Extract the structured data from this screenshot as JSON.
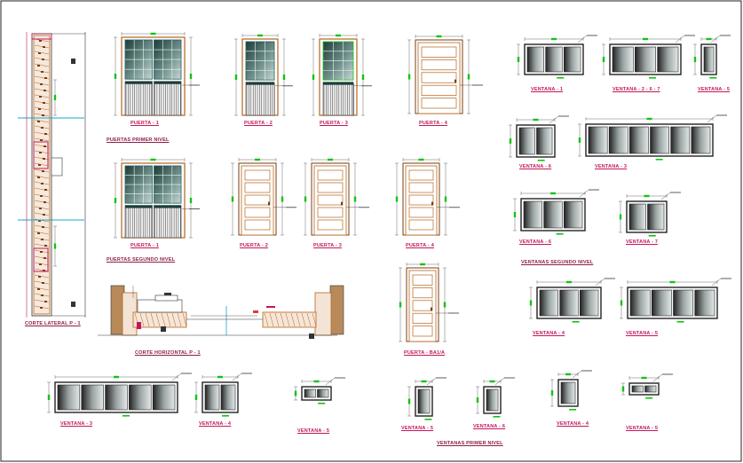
{
  "colors": {
    "border": "#222222",
    "label": "#c2185b",
    "wood": "#b5651d",
    "wood_dark": "#7a3e10",
    "glass_dark": "#1f3b38",
    "glass_light": "#c8d8d6",
    "dimension": "#444444",
    "marker_green": "#12c412",
    "section_cyan": "#19a7c9",
    "section_magenta": "#c2185b"
  },
  "sheet": {
    "side_section_label": "CORTE LATERAL P - 1",
    "horizontal_section_label": "CORTE HORIZONTAL P - 1",
    "doors_first_floor_title": "PUERTAS PRIMER NIVEL",
    "doors_second_floor_title": "PUERTAS SEGUNDO NIVEL",
    "windows_second_floor_title": "VENTANAS SEGUNDO NIVEL",
    "windows_first_floor_title": "VENTANAS PRIMER NIVEL",
    "doors_first_floor": [
      {
        "label": "PUERTA - 1",
        "type": "glass-double"
      },
      {
        "label": "PUERTA - 2",
        "type": "glass-single"
      },
      {
        "label": "PUERTA - 3",
        "type": "glass-single-green"
      },
      {
        "label": "PUERTA - 4",
        "type": "panel"
      }
    ],
    "doors_second_floor": [
      {
        "label": "PUERTA - 1",
        "type": "glass-double"
      },
      {
        "label": "PUERTA - 2",
        "type": "panel"
      },
      {
        "label": "PUERTA - 3",
        "type": "panel"
      },
      {
        "label": "PUERTA - 4",
        "type": "panel"
      }
    ],
    "extra_door": {
      "label": "PUERTA - BA1/A",
      "type": "panel"
    },
    "windows_second_floor": [
      {
        "label": "VENTANA - 1",
        "panes": 3
      },
      {
        "label": "VENTANA - 2 - 6 - 7",
        "panes": 3
      },
      {
        "label": "VENTANA - 5",
        "panes": 1
      },
      {
        "label": "VENTANA - 6",
        "panes": 2
      },
      {
        "label": "VENTANA - 3",
        "panes": 6
      },
      {
        "label": "VENTANA - 6",
        "panes": 3
      },
      {
        "label": "VENTANA - 7",
        "panes": 2
      }
    ],
    "windows_first_floor_right": [
      {
        "label": "VENTANA - 4",
        "panes": 3
      },
      {
        "label": "VENTANA - 5",
        "panes": 4
      }
    ],
    "windows_first_floor_bottom": [
      {
        "label": "VENTANA - 3",
        "panes": 5
      },
      {
        "label": "VENTANA - 4",
        "panes": 2
      },
      {
        "label": "VENTANA - 5",
        "panes": 2
      },
      {
        "label": "VENTANA - 5",
        "panes": 1
      },
      {
        "label": "VENTANA - 6",
        "panes": 1
      },
      {
        "label": "VENTANA - 4",
        "panes": 1
      },
      {
        "label": "VENTANA - 5",
        "panes": 2
      }
    ]
  }
}
